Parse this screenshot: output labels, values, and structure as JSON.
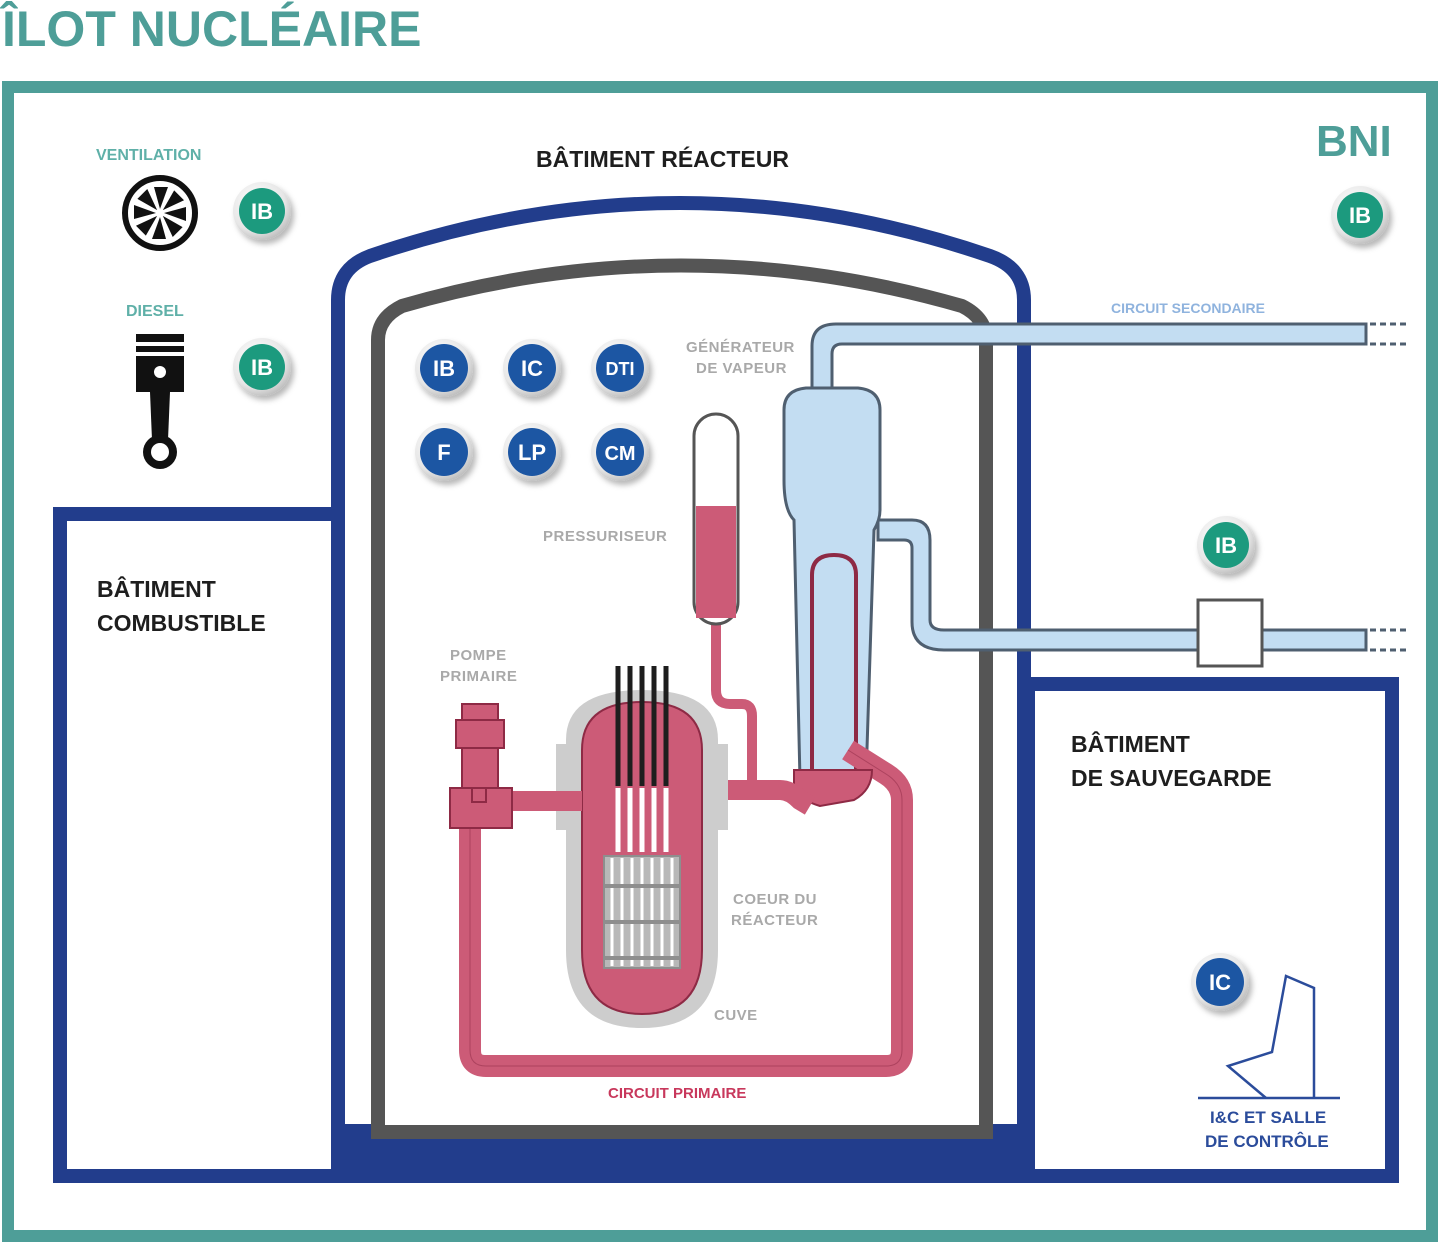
{
  "title": "ÎLOT NUCLÉAIRE",
  "colors": {
    "teal": "#4e9e98",
    "navy": "#223d8c",
    "containment_gray": "#555555",
    "primary_red": "#cc5b77",
    "primary_red_dark": "#8e2a45",
    "secondary_blue": "#c3ddf2",
    "secondary_outline": "#4f5f70",
    "badge_green": "#1a9a7e",
    "badge_blue": "#1c56a3",
    "label_gray": "#a9a9a9",
    "label_secondary": "#8fb3de",
    "label_primary": "#c8385c",
    "label_control": "#2b4c9b"
  },
  "labels": {
    "bni": "BNI",
    "ventilation": "VENTILATION",
    "diesel": "DIESEL",
    "batiment_reacteur": "BÂTIMENT RÉACTEUR",
    "batiment_combustible_1": "BÂTIMENT",
    "batiment_combustible_2": "COMBUSTIBLE",
    "batiment_sauvegarde_1": "BÂTIMENT",
    "batiment_sauvegarde_2": "DE SAUVEGARDE",
    "generateur_1": "GÉNÉRATEUR",
    "generateur_2": "DE VAPEUR",
    "pressuriseur": "PRESSURISEUR",
    "pompe_1": "POMPE",
    "pompe_2": "PRIMAIRE",
    "coeur_1": "COEUR DU",
    "coeur_2": "RÉACTEUR",
    "cuve": "CUVE",
    "circuit_primaire": "CIRCUIT PRIMAIRE",
    "circuit_secondaire": "CIRCUIT SECONDAIRE",
    "controle_1": "I&C ET SALLE",
    "controle_2": "DE CONTRÔLE"
  },
  "badges": {
    "ventilation": "IB",
    "diesel": "IB",
    "bni": "IB",
    "secondary_valve": "IB",
    "reactor": [
      "IB",
      "IC",
      "DTI",
      "F",
      "LP",
      "CM"
    ],
    "control_room": "IC"
  }
}
